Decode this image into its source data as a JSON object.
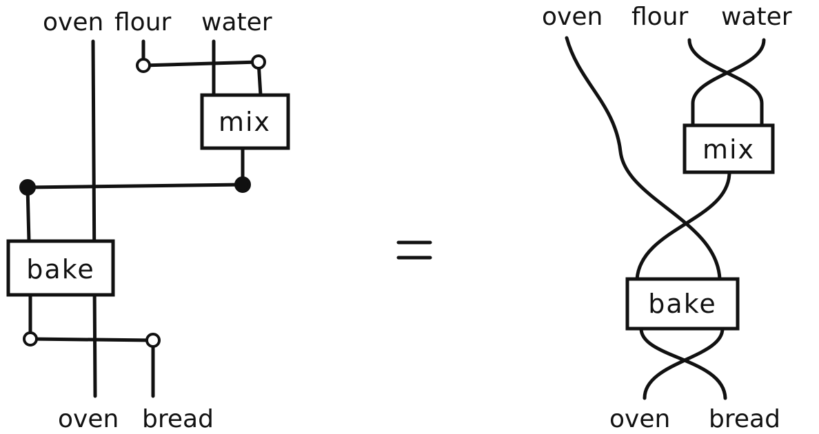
{
  "left": {
    "inputs": [
      "oven",
      "flour",
      "water"
    ],
    "outputs": [
      "oven",
      "bread"
    ],
    "boxes": {
      "mix": "mix",
      "bake": "bake"
    }
  },
  "equals": "=",
  "right": {
    "inputs": [
      "oven",
      "flour",
      "water"
    ],
    "outputs": [
      "oven",
      "bread"
    ],
    "boxes": {
      "mix": "mix",
      "bake": "bake"
    }
  },
  "colors": {
    "ink": "#111111",
    "paper": "#ffffff"
  }
}
